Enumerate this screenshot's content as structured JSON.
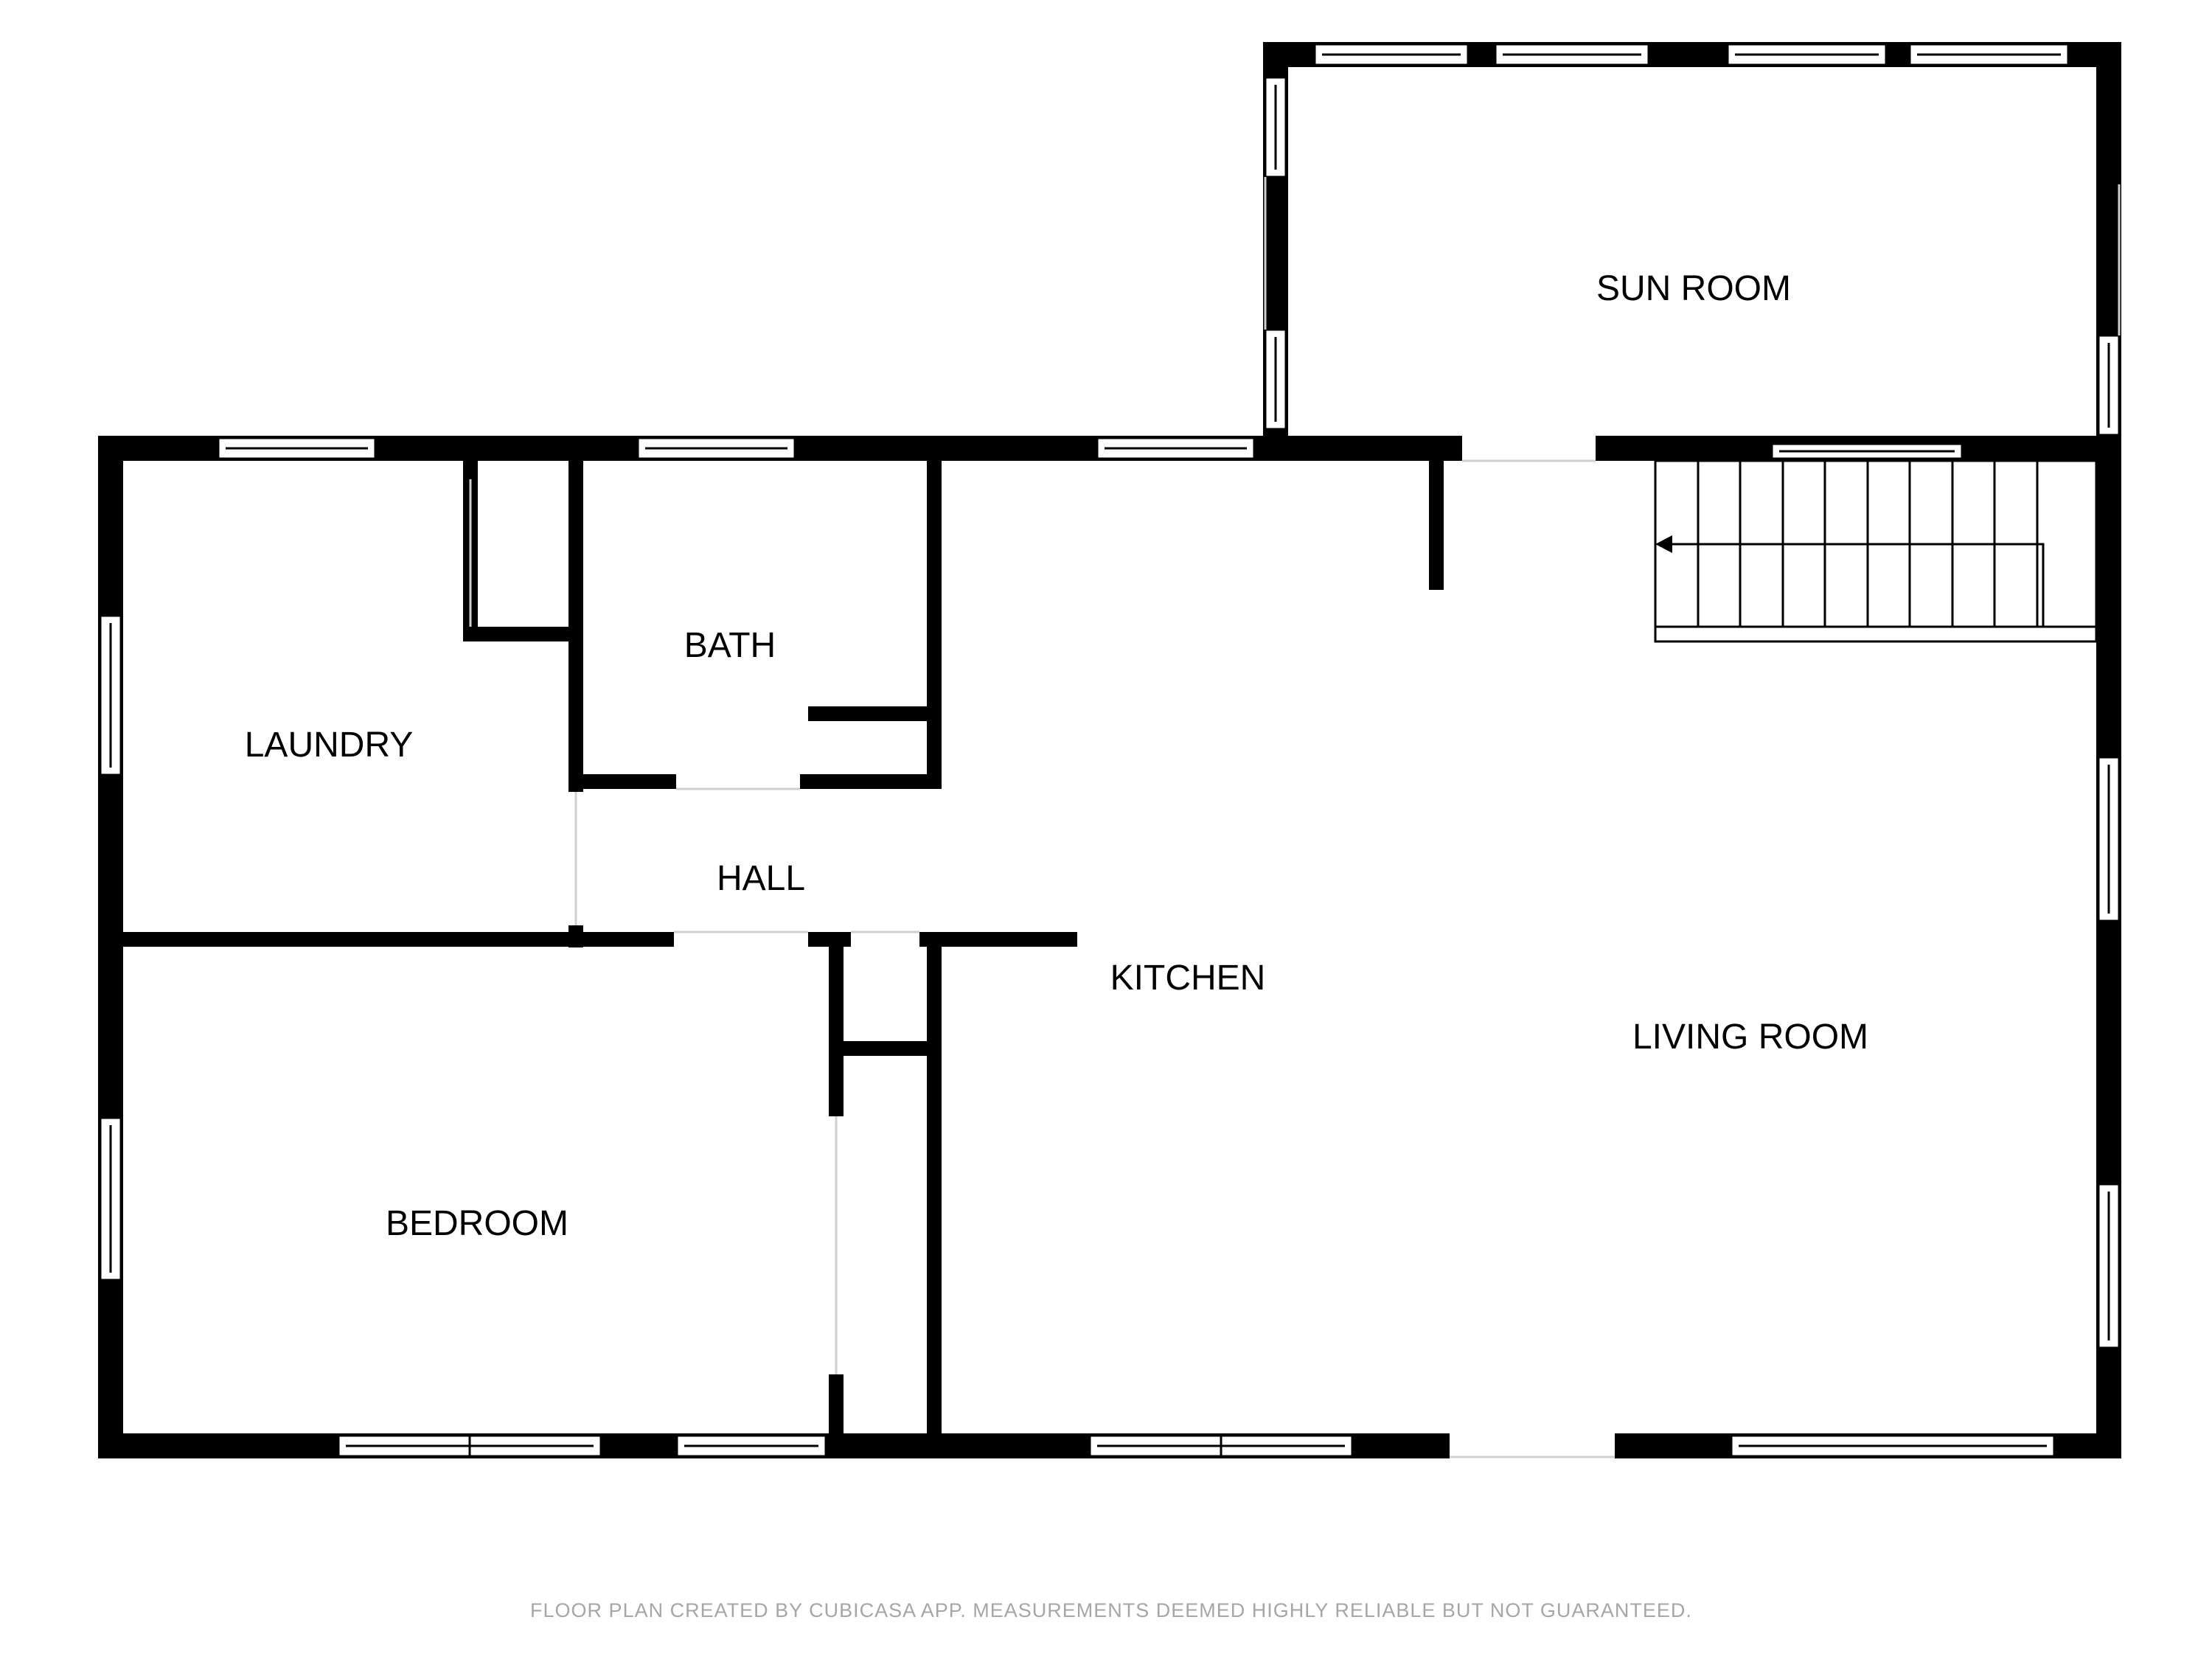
{
  "colors": {
    "wall": "#000000",
    "background": "#ffffff",
    "window": "#ffffff",
    "footer_text": "#a6a6a6"
  },
  "icons": {
    "stairs": "stairs-icon",
    "stair_direction": "arrow-left-icon"
  },
  "rooms": {
    "sun_room": "SUN ROOM",
    "bath": "BATH",
    "laundry": "LAUNDRY",
    "hall": "HALL",
    "kitchen": "KITCHEN",
    "living_room": "LIVING ROOM",
    "bedroom": "BEDROOM"
  },
  "footer": "FLOOR PLAN CREATED BY CUBICASA APP. MEASUREMENTS DEEMED HIGHLY RELIABLE BUT NOT GUARANTEED."
}
